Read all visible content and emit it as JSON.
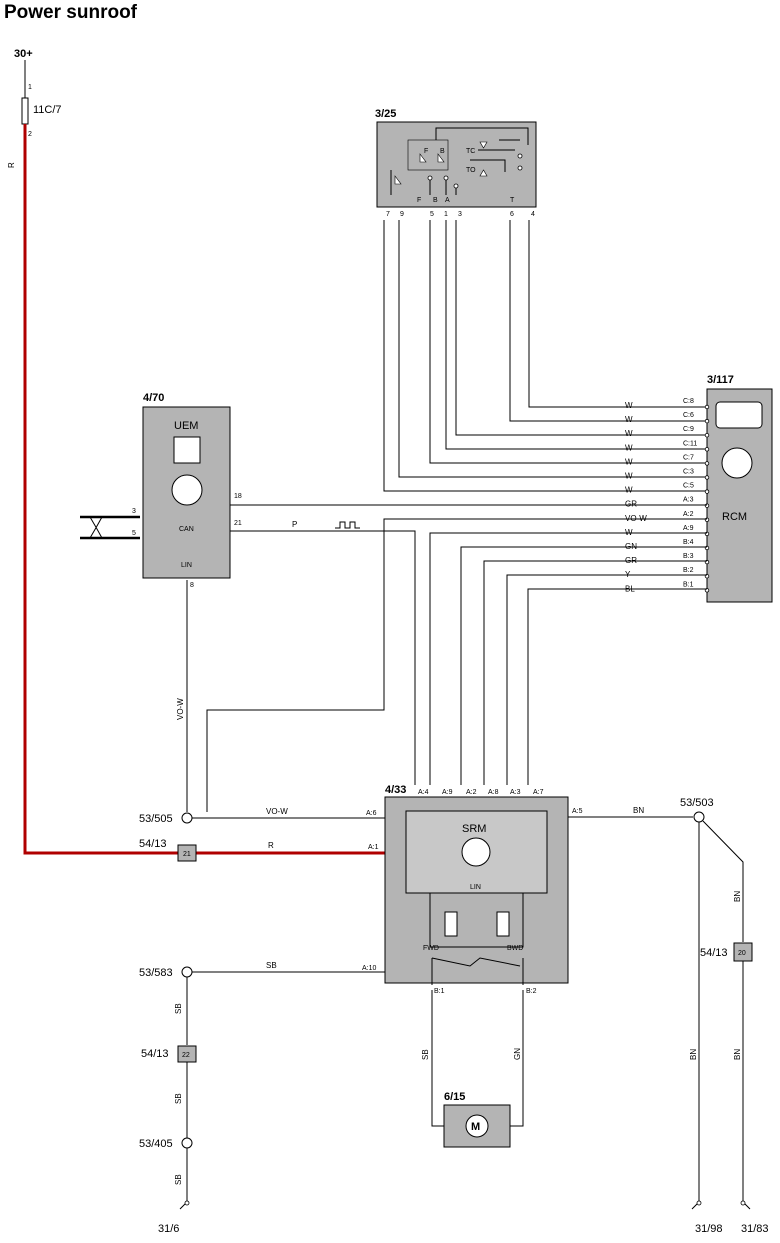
{
  "title": "Power sunroof",
  "components": {
    "supply": {
      "label": "30+",
      "fuse": "11C/7",
      "pin_in": "1",
      "pin_out": "2",
      "wire": "R"
    },
    "switch_panel": {
      "ref": "3/25",
      "labels": [
        "F",
        "B",
        "TC",
        "TO",
        "F",
        "B",
        "A",
        "T"
      ],
      "pins": [
        "7",
        "9",
        "5",
        "1",
        "3",
        "6",
        "4"
      ]
    },
    "uem": {
      "ref": "4/70",
      "name": "UEM",
      "can": "CAN",
      "lin": "LIN",
      "pins": [
        "3",
        "5",
        "18",
        "21",
        "8"
      ]
    },
    "rcm": {
      "ref": "3/117",
      "name": "RCM"
    },
    "srm": {
      "ref": "4/33",
      "name": "SRM",
      "lin": "LIN",
      "fwd": "FWD",
      "bwd": "BWD",
      "top_pins": [
        "A:4",
        "A:9",
        "A:2",
        "A:8",
        "A:3",
        "A:7"
      ],
      "left_pins": [
        "A:6",
        "A:1",
        "A:10"
      ],
      "right_pin": "A:5",
      "bottom_pins": [
        "B:1",
        "B:2"
      ]
    },
    "motor": {
      "ref": "6/15",
      "symbol": "M"
    }
  },
  "rcm_pins": [
    {
      "pin": "C:8",
      "color": "W"
    },
    {
      "pin": "C:6",
      "color": "W"
    },
    {
      "pin": "C:9",
      "color": "W"
    },
    {
      "pin": "C:11",
      "color": "W"
    },
    {
      "pin": "C:7",
      "color": "W"
    },
    {
      "pin": "C:3",
      "color": "W"
    },
    {
      "pin": "C:5",
      "color": "W"
    },
    {
      "pin": "A:3",
      "color": "GR"
    },
    {
      "pin": "A:2",
      "color": "VO-W"
    },
    {
      "pin": "A:9",
      "color": "W"
    },
    {
      "pin": "B:4",
      "color": "GN"
    },
    {
      "pin": "B:3",
      "color": "GR"
    },
    {
      "pin": "B:2",
      "color": "Y"
    },
    {
      "pin": "B:1",
      "color": "BL"
    }
  ],
  "splices": {
    "s505": "53/505",
    "s503": "53/503",
    "s583": "53/583",
    "s405": "53/405"
  },
  "connectors": {
    "c21": {
      "ref": "54/13",
      "num": "21"
    },
    "c20": {
      "ref": "54/13",
      "num": "20"
    },
    "c22": {
      "ref": "54/13",
      "num": "22"
    }
  },
  "grounds": {
    "g6": "31/6",
    "g98": "31/98",
    "g83": "31/83"
  },
  "wire_labels": {
    "r": "R",
    "vo_w": "VO-W",
    "p": "P",
    "sb": "SB",
    "bn": "BN",
    "gn": "GN"
  }
}
